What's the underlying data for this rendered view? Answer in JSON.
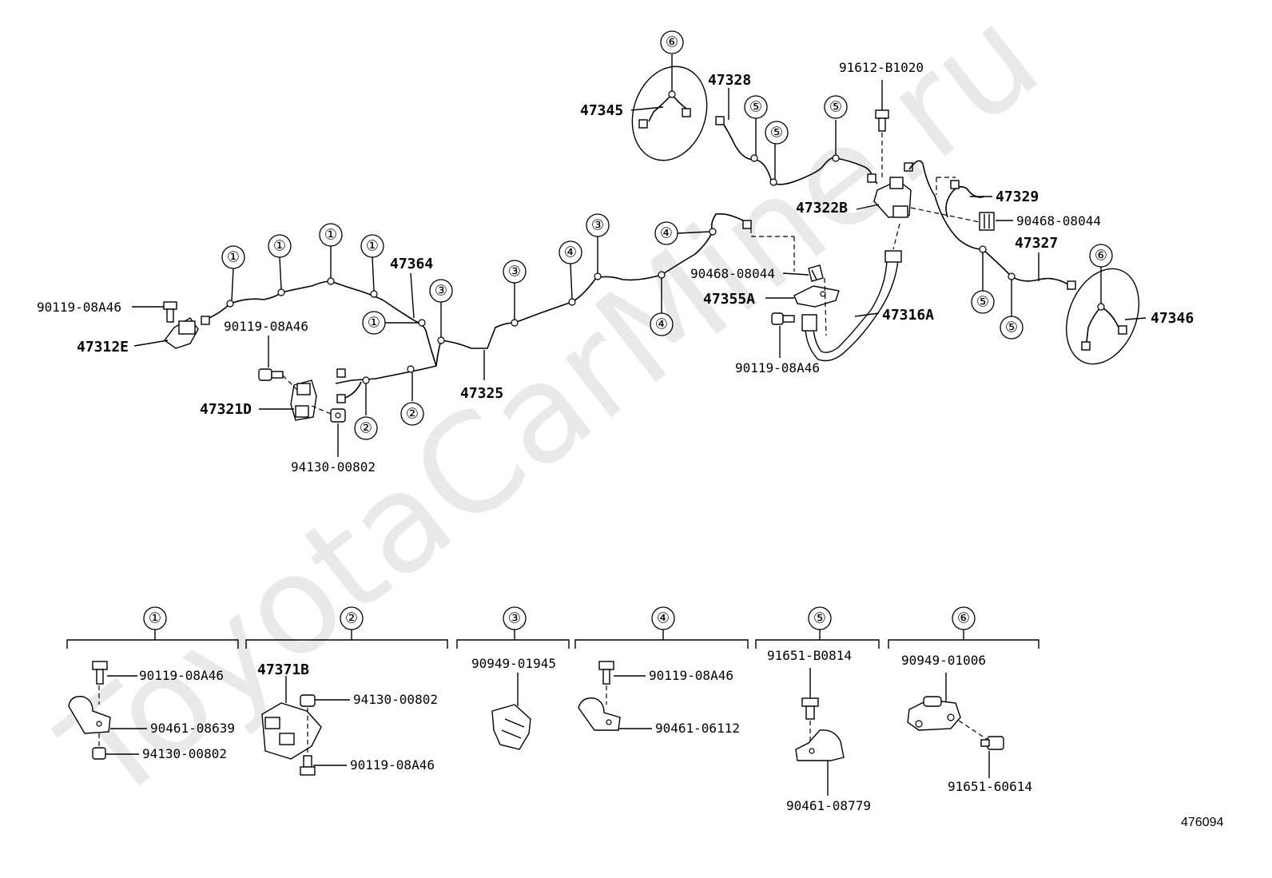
{
  "watermark": "ToyotaCarMine.ru",
  "diagram_id": "476094",
  "callouts": {
    "c1": "①",
    "c2": "②",
    "c3": "③",
    "c4": "④",
    "c5": "⑤",
    "c6": "⑥"
  },
  "parts": {
    "p47345": "47345",
    "p47328": "47328",
    "p91612B1020": "91612-B1020",
    "p47329": "47329",
    "p47322B": "47322B",
    "p90468_08044_right": "90468-08044",
    "p47327": "47327",
    "p47346": "47346",
    "p47364": "47364",
    "p90119_08A46_left": "90119-08A46",
    "p47312E": "47312E",
    "p90119_08A46_mid": "90119-08A46",
    "p47321D": "47321D",
    "p94130_00802_mid": "94130-00802",
    "p47325": "47325",
    "p90468_08044_mid": "90468-08044",
    "p47355A": "47355A",
    "p47316A": "47316A",
    "p90119_08A46_hose": "90119-08A46"
  },
  "groups": {
    "g1": {
      "bolt": "90119-08A46",
      "clamp": "90461-08639",
      "nut": "94130-00802"
    },
    "g2": {
      "bracket": "47371B",
      "nut": "94130-00802",
      "bolt": "90119-08A46"
    },
    "g3": {
      "clip": "90949-01945"
    },
    "g4": {
      "bolt": "90119-08A46",
      "clamp": "90461-06112"
    },
    "g5": {
      "bolt": "91651-B0814",
      "clamp": "90461-08779"
    },
    "g6": {
      "clip": "90949-01006",
      "bolt": "91651-60614"
    }
  }
}
